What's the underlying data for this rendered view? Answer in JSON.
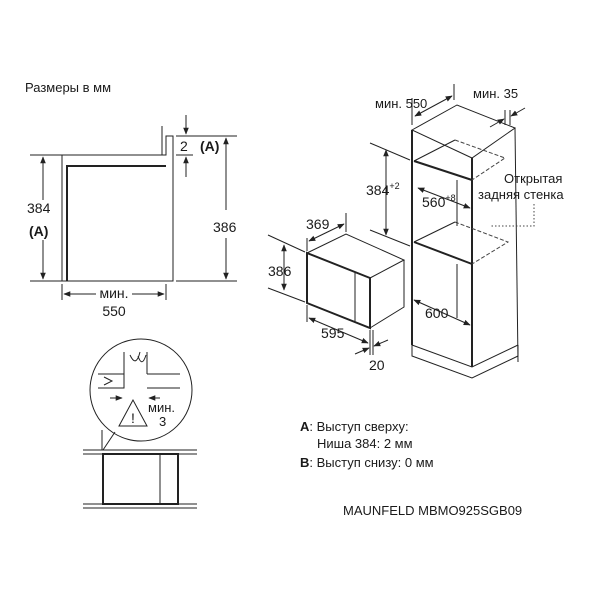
{
  "title": "Размеры в мм",
  "side_view": {
    "height_niche": "384",
    "height_niche_note": "(A)",
    "height_total": "386",
    "protrusion": "2",
    "protrusion_note": "(A)",
    "width_min_label": "мин.",
    "width_min": "550"
  },
  "iso_view": {
    "cabinet_depth_min": "мин. 550",
    "rear_gap_min": "мин. 35",
    "niche_height": "384",
    "niche_height_tol": "+2",
    "niche_width": "560",
    "niche_width_tol": "+8",
    "open_back_line1": "Открытая",
    "open_back_line2": "задняя стенка",
    "device_depth": "369",
    "device_height": "386",
    "device_width": "595",
    "front_thickness": "20",
    "cabinet_width": "600"
  },
  "detail_view": {
    "gap_label": "мин.",
    "gap_value": "3",
    "warning_icon": "exclamation-triangle"
  },
  "notes": [
    {
      "key": "A",
      "text": ": Выступ сверху:"
    },
    {
      "key": "",
      "text": "Ниша 384: 2 мм"
    },
    {
      "key": "B",
      "text": ": Выступ снизу: 0 мм"
    }
  ],
  "model": "MAUNFELD MBMO925SGB09"
}
